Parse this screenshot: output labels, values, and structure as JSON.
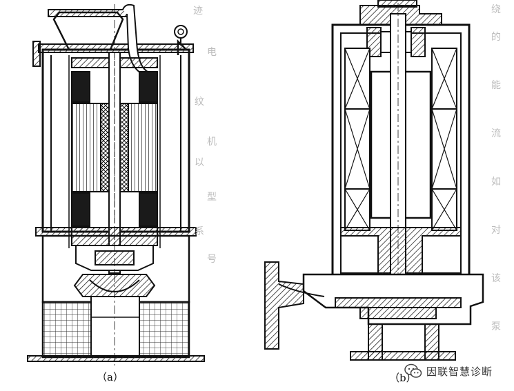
{
  "figure": {
    "caption_a": "（a）",
    "caption_b": "（b）"
  },
  "watermark": {
    "text": "因联智慧诊断",
    "icon": "wechat-icon"
  },
  "background_text_tokens": [
    "迹",
    "纹",
    "以",
    "系",
    "绕",
    "的",
    "能",
    "流",
    "如",
    "对",
    "该",
    "泵",
    "电",
    "机",
    "型",
    "号"
  ]
}
